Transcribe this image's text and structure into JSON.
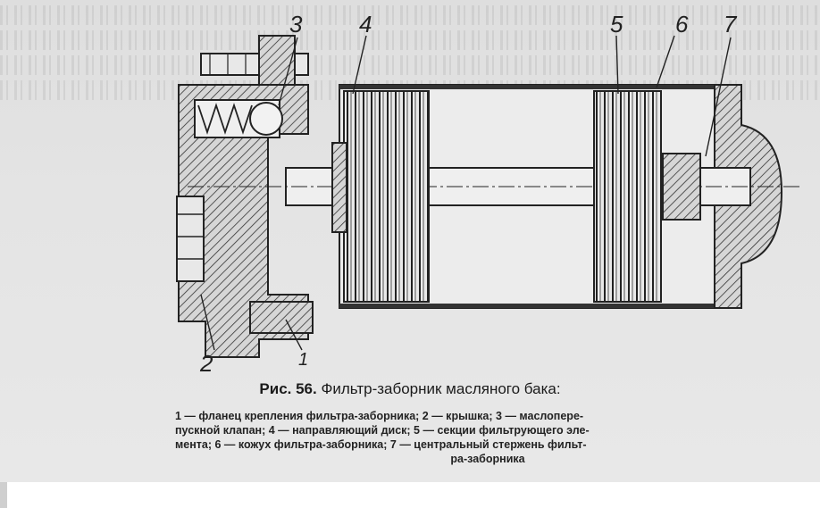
{
  "figure": {
    "number_label": "Рис. 56.",
    "title": "Фильтр-заборник масляного бака:",
    "legend_lines": [
      "1 — фланец крепления фильтра-заборника;  2 — крышка;  3 — маслопере-",
      "пускной клапан;  4 — направляющий диск;  5 — секции фильтрующего эле-",
      "мента;  6 — кожух фильтра-заборника;  7 — центральный стержень фильт-"
    ],
    "legend_last": "ра-заборника"
  },
  "callouts": {
    "c1": "1",
    "c2": "2",
    "c3": "3",
    "c4": "4",
    "c5": "5",
    "c6": "6",
    "c7": "7"
  }
}
